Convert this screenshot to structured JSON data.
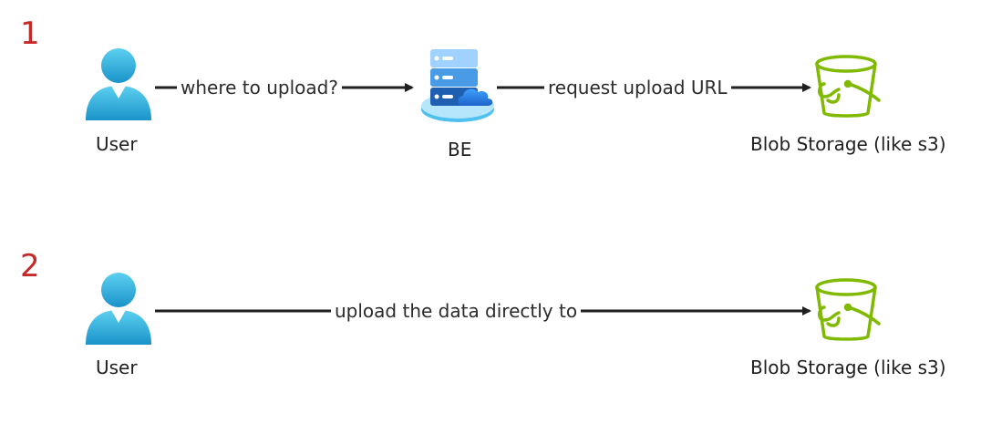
{
  "steps": [
    {
      "number": "1",
      "nodes": {
        "user": "User",
        "backend": "BE",
        "storage": "Blob Storage (like s3)"
      },
      "edges": {
        "user_to_backend": "where to upload?",
        "backend_to_storage": "request upload URL"
      }
    },
    {
      "number": "2",
      "nodes": {
        "user": "User",
        "storage": "Blob Storage (like s3)"
      },
      "edges": {
        "user_to_storage": "upload the data directly to"
      }
    }
  ],
  "colors": {
    "step_number": "#c62828",
    "user_icon": "#29a8d8",
    "storage_icon": "#7fba00",
    "server_icon": "#2f7fd1",
    "arrow": "#1f1f1f"
  },
  "icons": {
    "user": "user-icon",
    "backend": "server-cloud-icon",
    "storage": "bucket-icon"
  }
}
